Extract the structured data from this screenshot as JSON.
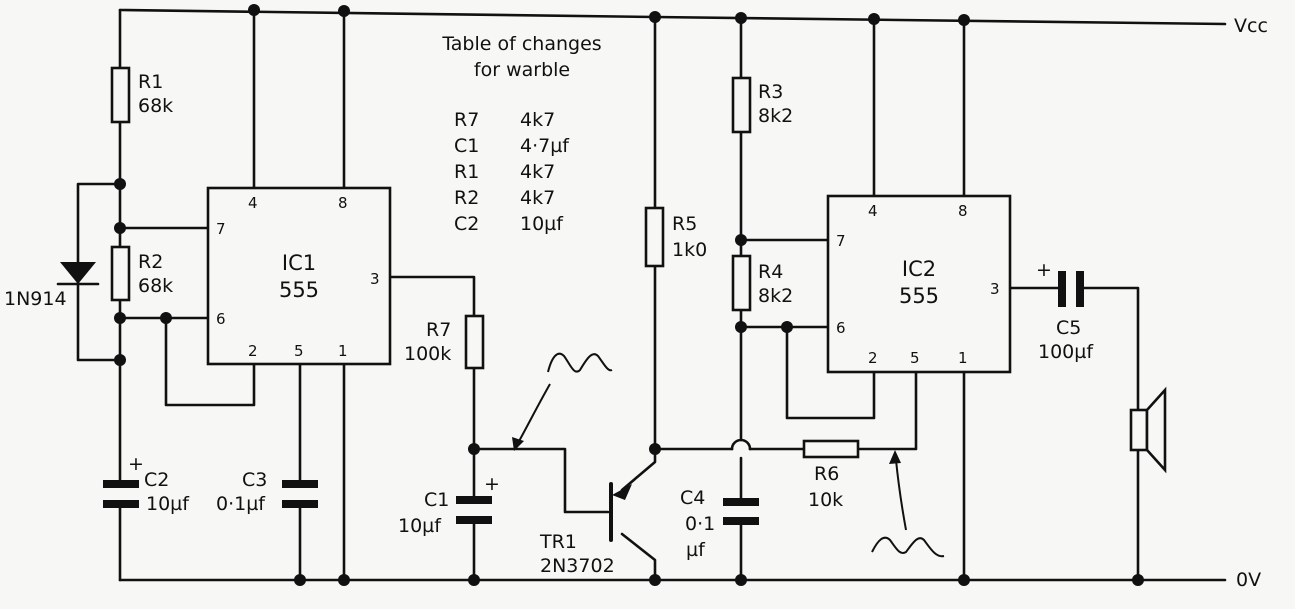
{
  "rails": {
    "vcc": "Vcc",
    "ground": "0V"
  },
  "table": {
    "title_line1": "Table of changes",
    "title_line2": "for warble",
    "rows": [
      {
        "part": "R7",
        "value": "4k7"
      },
      {
        "part": "C1",
        "value": "4·7µf"
      },
      {
        "part": "R1",
        "value": "4k7"
      },
      {
        "part": "R2",
        "value": "4k7"
      },
      {
        "part": "C2",
        "value": "10µf"
      }
    ]
  },
  "ic1": {
    "name": "IC1",
    "type": "555",
    "pins": {
      "p4": "4",
      "p8": "8",
      "p7": "7",
      "p6": "6",
      "p3": "3",
      "p2": "2",
      "p5": "5",
      "p1": "1"
    }
  },
  "ic2": {
    "name": "IC2",
    "type": "555",
    "pins": {
      "p4": "4",
      "p8": "8",
      "p7": "7",
      "p6": "6",
      "p3": "3",
      "p2": "2",
      "p5": "5",
      "p1": "1"
    }
  },
  "components": {
    "r1": {
      "name": "R1",
      "value": "68k"
    },
    "r2": {
      "name": "R2",
      "value": "68k"
    },
    "r3": {
      "name": "R3",
      "value": "8k2"
    },
    "r4": {
      "name": "R4",
      "value": "8k2"
    },
    "r5": {
      "name": "R5",
      "value": "1k0"
    },
    "r6": {
      "name": "R6",
      "value": "10k"
    },
    "r7": {
      "name": "R7",
      "value": "100k"
    },
    "c1": {
      "name": "C1",
      "value": "10µf"
    },
    "c2": {
      "name": "C2",
      "value": "10µf"
    },
    "c3": {
      "name": "C3",
      "value": "0·1µf"
    },
    "c4": {
      "name": "C4",
      "value_line1": "0·1",
      "value_line2": "µf"
    },
    "c5": {
      "name": "C5",
      "value": "100µf"
    },
    "d1": {
      "name": "1N914"
    },
    "tr1": {
      "name": "TR1",
      "type": "2N3702"
    }
  },
  "polarity_mark": "+"
}
